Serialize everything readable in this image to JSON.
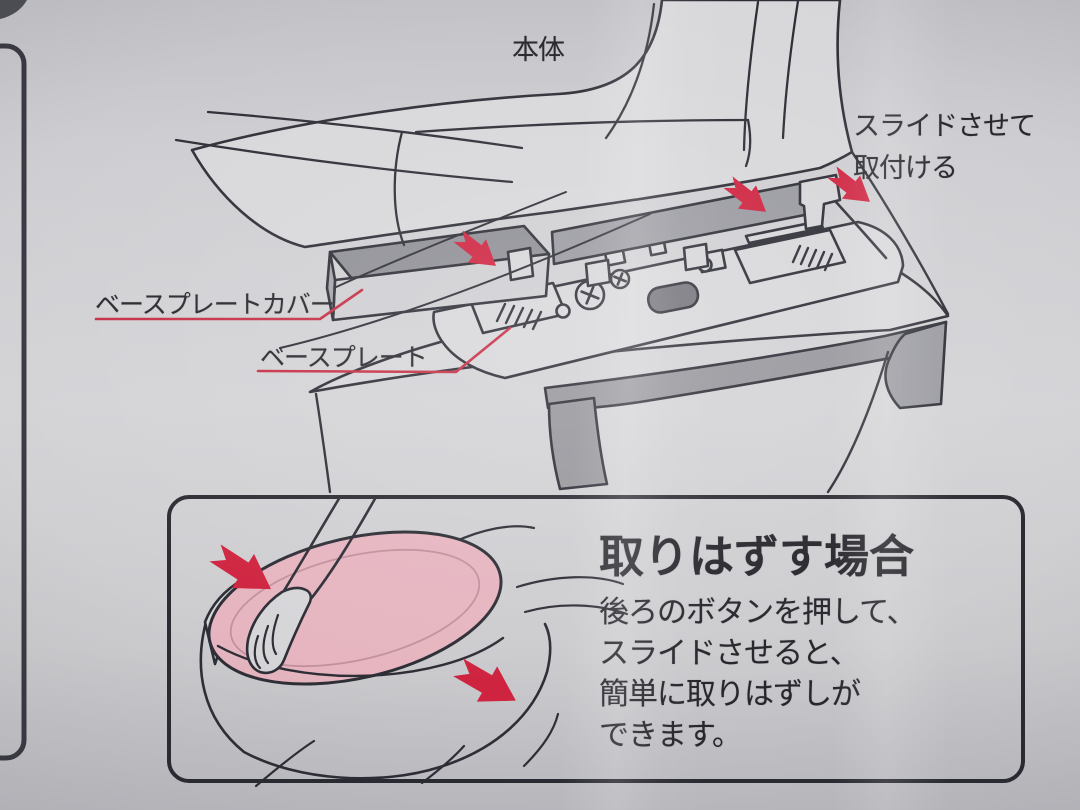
{
  "colors": {
    "accent_red": "#cf2440",
    "line_dark": "#2e2e37",
    "shaded_gray": "#9a9aa1",
    "cover_gray": "#8f8f96",
    "seat_pink": "#e6b5c0",
    "paper": "#d6d6d9",
    "text": "#26262c"
  },
  "diagram": {
    "main_unit_label": "本体",
    "slide_attach_label": {
      "line1": "スライドさせて",
      "line2": "取付ける"
    },
    "base_plate_cover_label": "ベースプレートカバー",
    "base_plate_label": "ベースプレート"
  },
  "removal_box": {
    "heading": "取りはずす場合",
    "body_lines": [
      "後ろのボタンを押して、",
      "スライドさせると、",
      "簡単に取りはずしが",
      "できます。"
    ]
  }
}
